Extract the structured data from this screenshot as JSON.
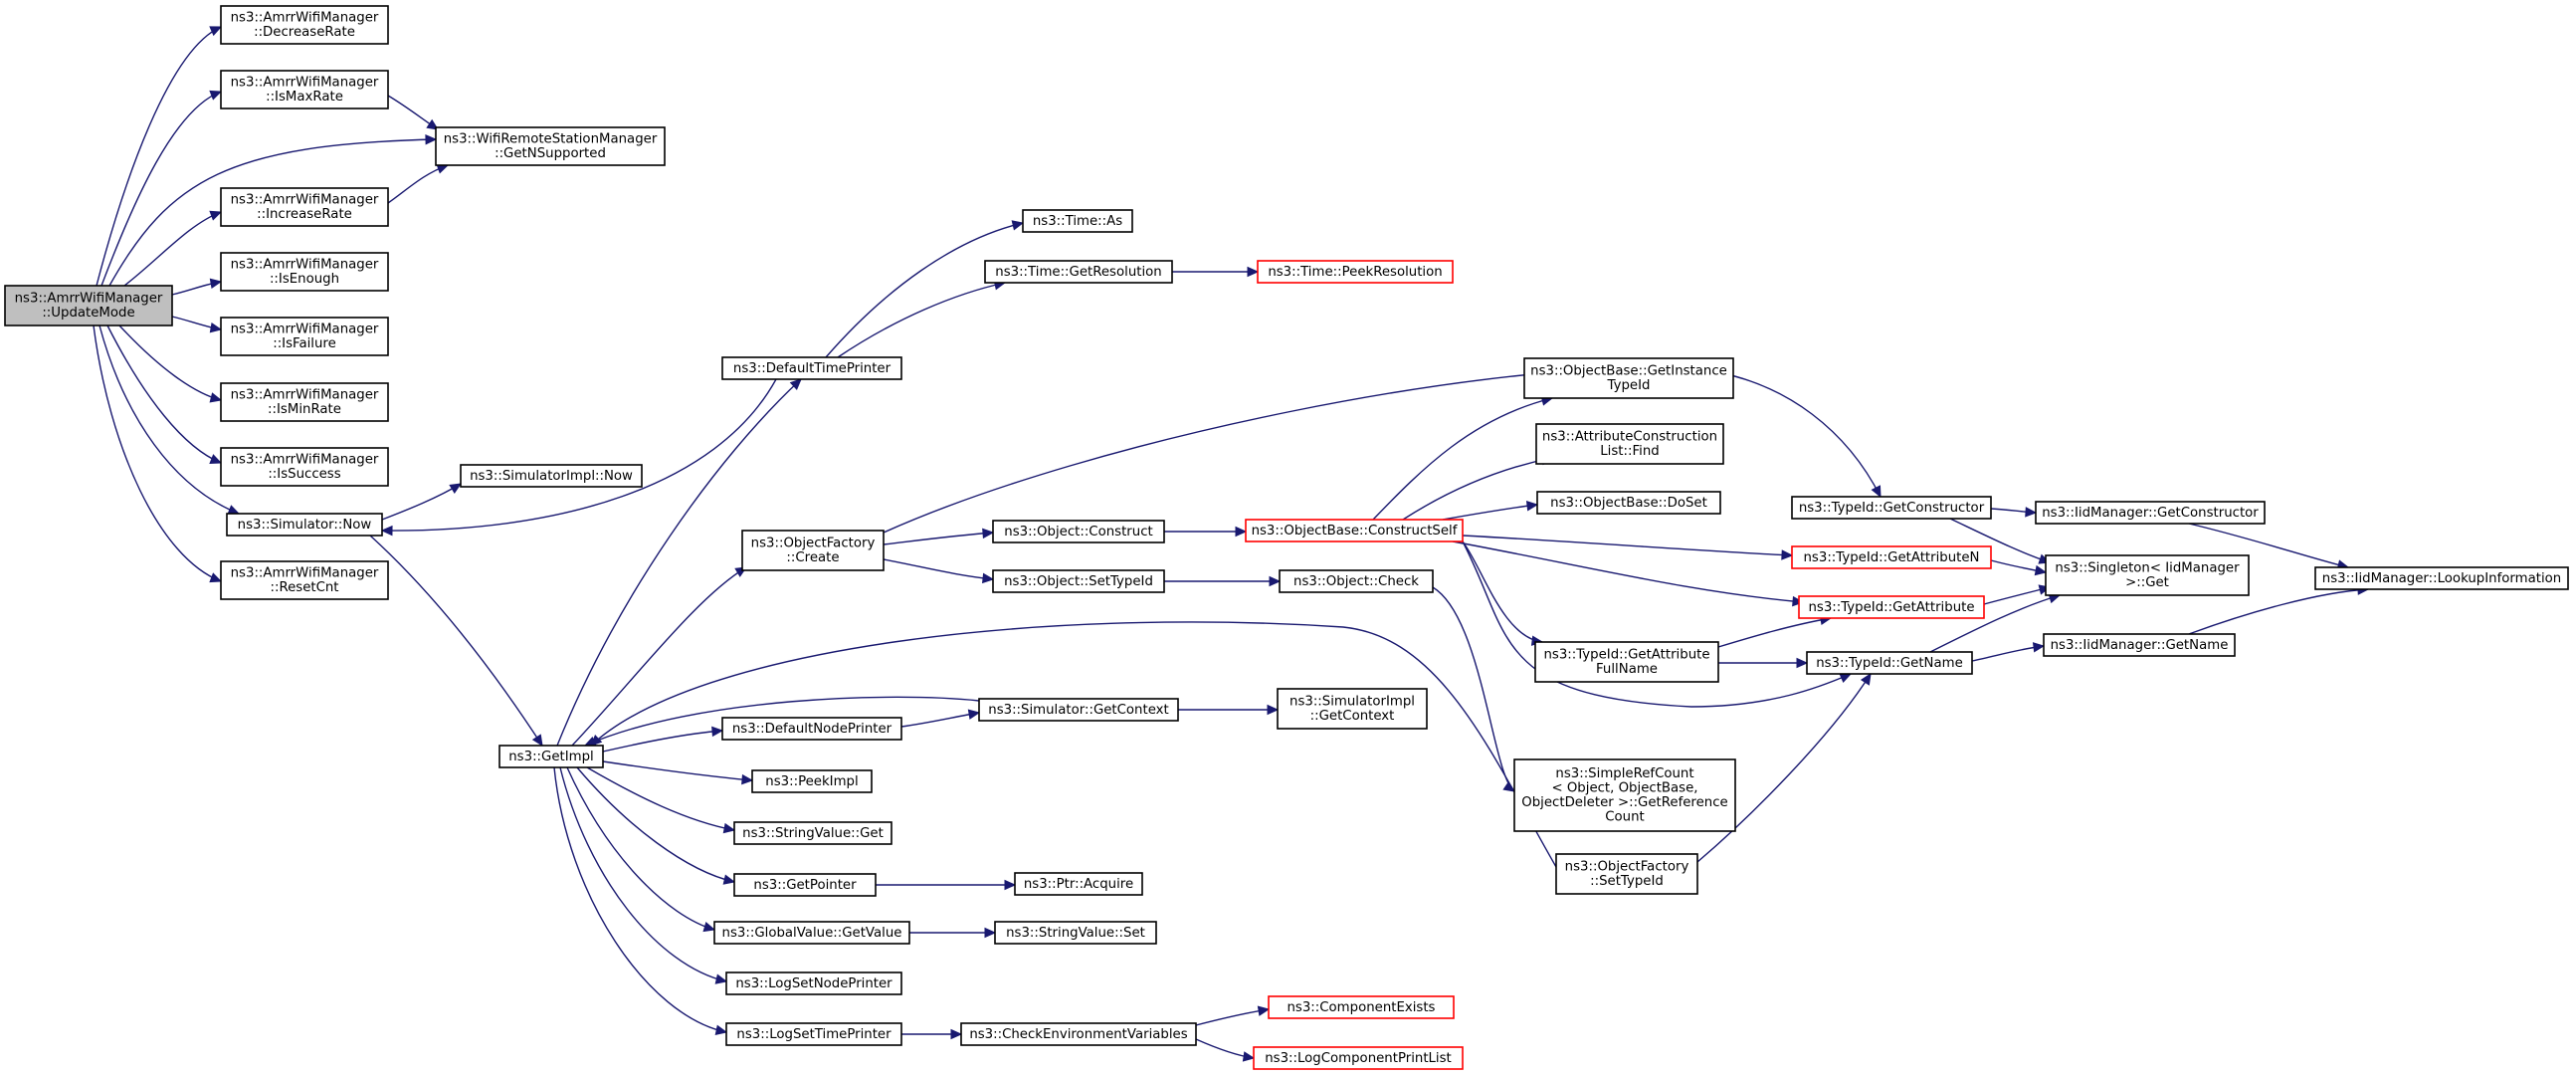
{
  "graph": {
    "edge_color": "#191970",
    "root_fill": "#bfbfbf",
    "truncated_border": "#ff0000",
    "nodes": [
      {
        "id": "updatemode",
        "lines": [
          "ns3::AmrrWifiManager",
          "::UpdateMode"
        ],
        "root": true
      },
      {
        "id": "decreaserate",
        "lines": [
          "ns3::AmrrWifiManager",
          "::DecreaseRate"
        ]
      },
      {
        "id": "ismaxrate",
        "lines": [
          "ns3::AmrrWifiManager",
          "::IsMaxRate"
        ]
      },
      {
        "id": "increaserate",
        "lines": [
          "ns3::AmrrWifiManager",
          "::IncreaseRate"
        ]
      },
      {
        "id": "isenough",
        "lines": [
          "ns3::AmrrWifiManager",
          "::IsEnough"
        ]
      },
      {
        "id": "isfailure",
        "lines": [
          "ns3::AmrrWifiManager",
          "::IsFailure"
        ]
      },
      {
        "id": "isminrate",
        "lines": [
          "ns3::AmrrWifiManager",
          "::IsMinRate"
        ]
      },
      {
        "id": "issuccess",
        "lines": [
          "ns3::AmrrWifiManager",
          "::IsSuccess"
        ]
      },
      {
        "id": "simnow",
        "lines": [
          "ns3::Simulator::Now"
        ]
      },
      {
        "id": "resetcnt",
        "lines": [
          "ns3::AmrrWifiManager",
          "::ResetCnt"
        ]
      },
      {
        "id": "getnsupported",
        "lines": [
          "ns3::WifiRemoteStationManager",
          "::GetNSupported"
        ]
      },
      {
        "id": "simimplnow",
        "lines": [
          "ns3::SimulatorImpl::Now"
        ]
      },
      {
        "id": "getimpl",
        "lines": [
          "ns3::GetImpl"
        ]
      },
      {
        "id": "defaulttimeprinter",
        "lines": [
          "ns3::DefaultTimePrinter"
        ]
      },
      {
        "id": "objfactcreate",
        "lines": [
          "ns3::ObjectFactory",
          "::Create"
        ]
      },
      {
        "id": "defaultnodeprinter",
        "lines": [
          "ns3::DefaultNodePrinter"
        ]
      },
      {
        "id": "peekimpl",
        "lines": [
          "ns3::PeekImpl"
        ]
      },
      {
        "id": "stringvalueget",
        "lines": [
          "ns3::StringValue::Get"
        ]
      },
      {
        "id": "getpointer",
        "lines": [
          "ns3::GetPointer"
        ]
      },
      {
        "id": "globalvalueget",
        "lines": [
          "ns3::GlobalValue::GetValue"
        ]
      },
      {
        "id": "logsetnodeprinter",
        "lines": [
          "ns3::LogSetNodePrinter"
        ]
      },
      {
        "id": "logsettimeprinter",
        "lines": [
          "ns3::LogSetTimePrinter"
        ]
      },
      {
        "id": "timeas",
        "lines": [
          "ns3::Time::As"
        ]
      },
      {
        "id": "getresolution",
        "lines": [
          "ns3::Time::GetResolution"
        ]
      },
      {
        "id": "peekresolution",
        "lines": [
          "ns3::Time::PeekResolution"
        ],
        "trunc": true
      },
      {
        "id": "objconstruct",
        "lines": [
          "ns3::Object::Construct"
        ]
      },
      {
        "id": "objsettypeid",
        "lines": [
          "ns3::Object::SetTypeId"
        ]
      },
      {
        "id": "simgetcontext",
        "lines": [
          "ns3::Simulator::GetContext"
        ]
      },
      {
        "id": "ptracquire",
        "lines": [
          "ns3::Ptr::Acquire"
        ]
      },
      {
        "id": "stringvalueset",
        "lines": [
          "ns3::StringValue::Set"
        ]
      },
      {
        "id": "checkenv",
        "lines": [
          "ns3::CheckEnvironmentVariables"
        ]
      },
      {
        "id": "constructself",
        "lines": [
          "ns3::ObjectBase::ConstructSelf"
        ],
        "trunc": true
      },
      {
        "id": "objcheck",
        "lines": [
          "ns3::Object::Check"
        ]
      },
      {
        "id": "simimplgetcontext",
        "lines": [
          "ns3::SimulatorImpl",
          "::GetContext"
        ]
      },
      {
        "id": "componentexists",
        "lines": [
          "ns3::ComponentExists"
        ],
        "trunc": true
      },
      {
        "id": "logcomplist",
        "lines": [
          "ns3::LogComponentPrintList"
        ],
        "trunc": true
      },
      {
        "id": "getinstancetypeid",
        "lines": [
          "ns3::ObjectBase::GetInstance",
          "TypeId"
        ]
      },
      {
        "id": "attrconstfind",
        "lines": [
          "ns3::AttributeConstruction",
          "List::Find"
        ]
      },
      {
        "id": "doset",
        "lines": [
          "ns3::ObjectBase::DoSet"
        ]
      },
      {
        "id": "getattrfullname",
        "lines": [
          "ns3::TypeId::GetAttribute",
          "FullName"
        ]
      },
      {
        "id": "simplerefcount",
        "lines": [
          "ns3::SimpleRefCount",
          "< Object, ObjectBase,",
          "ObjectDeleter >::GetReference",
          "Count"
        ]
      },
      {
        "id": "objfactsettypeid",
        "lines": [
          "ns3::ObjectFactory",
          "::SetTypeId"
        ]
      },
      {
        "id": "getconstructor",
        "lines": [
          "ns3::TypeId::GetConstructor"
        ]
      },
      {
        "id": "getattributen",
        "lines": [
          "ns3::TypeId::GetAttributeN"
        ],
        "trunc": true
      },
      {
        "id": "getattribute",
        "lines": [
          "ns3::TypeId::GetAttribute"
        ],
        "trunc": true
      },
      {
        "id": "typeidgetname",
        "lines": [
          "ns3::TypeId::GetName"
        ]
      },
      {
        "id": "iidgetconstructor",
        "lines": [
          "ns3::IidManager::GetConstructor"
        ]
      },
      {
        "id": "singletonget",
        "lines": [
          "ns3::Singleton< IidManager",
          ">::Get"
        ]
      },
      {
        "id": "iidgetname",
        "lines": [
          "ns3::IidManager::GetName"
        ]
      },
      {
        "id": "lookupinfo",
        "lines": [
          "ns3::IidManager::LookupInformation"
        ]
      }
    ]
  }
}
